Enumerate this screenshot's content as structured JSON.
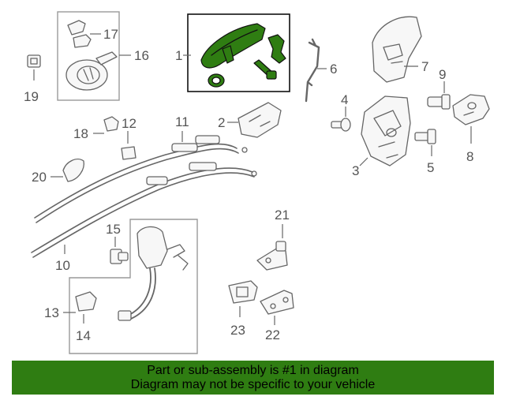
{
  "callouts": {
    "c1": "1",
    "c2": "2",
    "c3": "3",
    "c4": "4",
    "c5": "5",
    "c6": "6",
    "c7": "7",
    "c8": "8",
    "c9": "9",
    "c10": "10",
    "c11": "11",
    "c12": "12",
    "c13": "13",
    "c14": "14",
    "c15": "15",
    "c16": "16",
    "c17": "17",
    "c18": "18",
    "c19": "19",
    "c20": "20",
    "c21": "21",
    "c22": "22",
    "c23": "23"
  },
  "highlight_color": "#2f7d12",
  "footer": {
    "line1": "Part or sub-assembly is #1 in diagram",
    "line2": "Diagram may not be specific to your vehicle"
  }
}
